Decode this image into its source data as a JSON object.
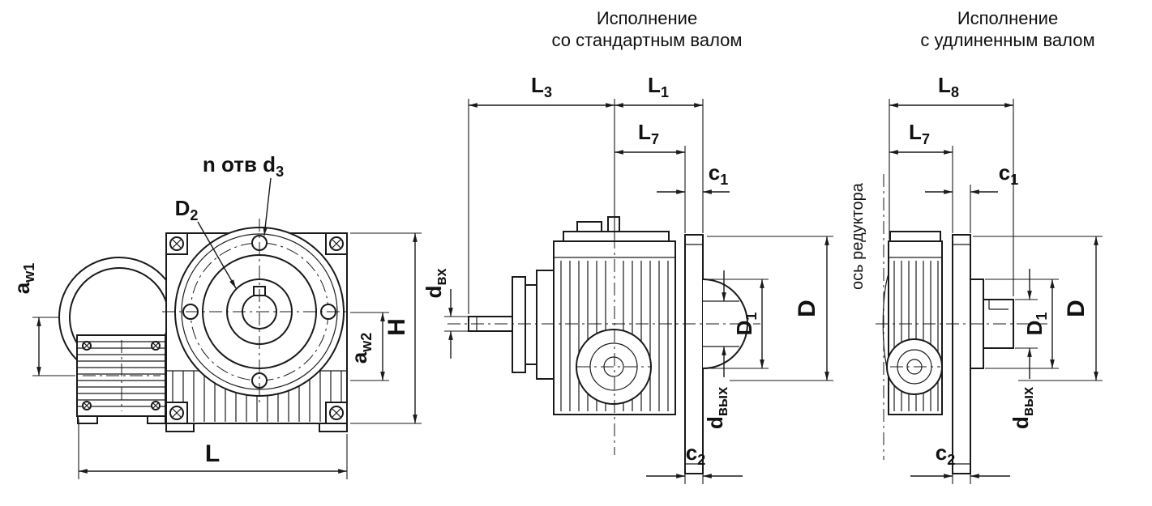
{
  "drawing": {
    "titles": {
      "standard": {
        "line1": "Исполнение",
        "line2": "со стандартным валом"
      },
      "extended": {
        "line1": "Исполнение",
        "line2": "с удлиненным валом"
      }
    },
    "front": {
      "aw1": {
        "base": "a",
        "sub": "w1"
      },
      "aw2": {
        "base": "a",
        "sub": "w2"
      },
      "D2": {
        "base": "D",
        "sub": "2"
      },
      "holes": {
        "base": "n отв d",
        "sub": "3"
      },
      "L": "L",
      "H": "H"
    },
    "standard": {
      "L3": {
        "base": "L",
        "sub": "3"
      },
      "L1": {
        "base": "L",
        "sub": "1"
      },
      "L7": {
        "base": "L",
        "sub": "7"
      },
      "c1": {
        "base": "c",
        "sub": "1"
      },
      "c2": {
        "base": "c",
        "sub": "2"
      },
      "d_in": {
        "base": "d",
        "sub": "вх"
      },
      "D1": {
        "base": "D",
        "sub": "1"
      },
      "D": "D",
      "d_out": {
        "base": "d",
        "sub": "вых"
      }
    },
    "extended": {
      "axis": "ось редуктора",
      "L8": {
        "base": "L",
        "sub": "8"
      },
      "L7": {
        "base": "L",
        "sub": "7"
      },
      "c1": {
        "base": "c",
        "sub": "1"
      },
      "c2": {
        "base": "c",
        "sub": "2"
      },
      "D1": {
        "base": "D",
        "sub": "1"
      },
      "D": "D",
      "d_out": {
        "base": "d",
        "sub": "вых"
      }
    },
    "colors": {
      "line": "#1a1a1a",
      "background": "#ffffff"
    }
  }
}
